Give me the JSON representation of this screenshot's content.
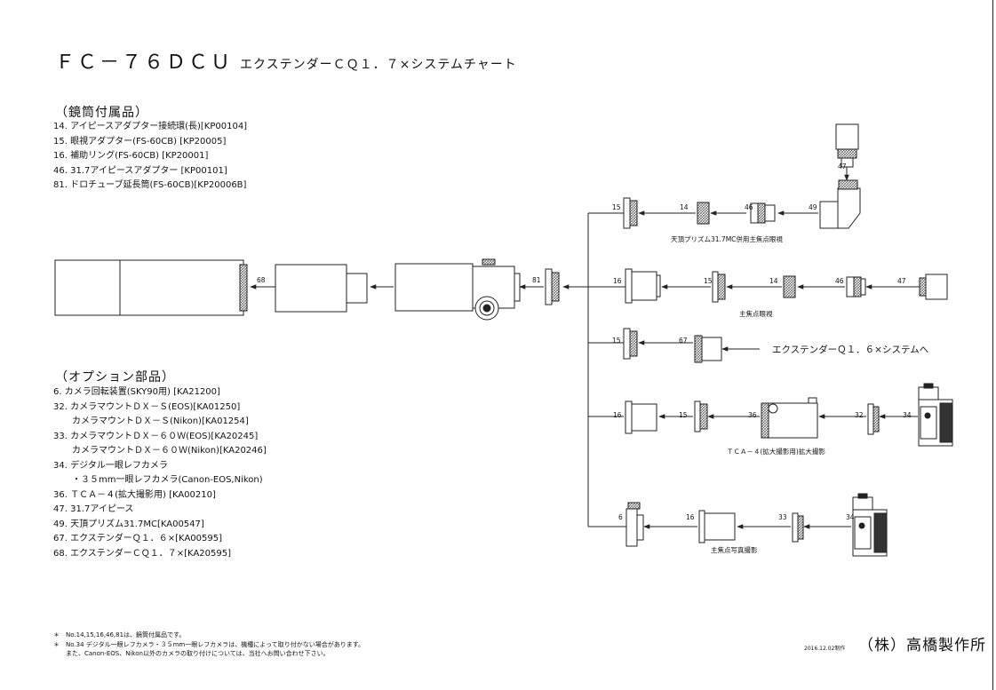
{
  "title": {
    "main": "ＦＣ－７６ＤＣＵ",
    "sub": "エクステンダーＣＱ１．７×システムチャート"
  },
  "included_heading": "（鏡筒付属品）",
  "included_items": [
    "14. アイピースアダプター接続環(長)[KP00104]",
    "15. 眼視アダプター(FS-60CB) [KP20005]",
    "16. 補助リング(FS-60CB) [KP20001]",
    "46. 31.7アイピースアダプター [KP00101]",
    "81. ドロチューブ延長筒(FS-60CB)[KP20006B]"
  ],
  "option_heading": "（オプション部品）",
  "option_items": [
    "6. カメラ回転装置(SKY90用) [KA21200]",
    "32. カメラマウントＤＸ－Ｓ(EOS)[KA01250]",
    "カメラマウントＤＸ－Ｓ(Nikon)[KA01254]",
    "33. カメラマウントＤＸ－６０Ｗ(EOS)[KA20245]",
    "カメラマウントＤＸ－６０Ｗ(Nikon)[KA20246]",
    "34. デジタル一眼レフカメラ",
    "・３５mm一眼レフカメラ(Canon-EOS,Nikon)",
    "36. ＴＣＡ－４(拡大撮影用) [KA00210]",
    "47. 31.7アイピース",
    "49. 天頂プリズム31.7MC[KA00547]",
    "67. エクステンダーＱ１．６×[KA00595]",
    "68. エクステンダーＣＱ１．７×[KA20595]"
  ],
  "notes": [
    "＊　No.14,15,16,46,81は、鏡筒付属品です。",
    "＊　No.34 デジタル一眼レフカメラ・３５mm一眼レフカメラは、機種によって取り付かない場合があります。",
    "　　また、Canon-EOS、Nikon以外のカメラの取り付けについては、当社へお問い合わせ下さい。"
  ],
  "date": "2016.12.02制作",
  "company": "（株）高橋製作所",
  "diagram": {
    "part_numbers": {
      "p68": "68",
      "p81": "81",
      "r1_15": "15",
      "r1_14": "14",
      "r1_46": "46",
      "r1_49": "49",
      "r1_47": "47",
      "r2_16": "16",
      "r2_15": "15",
      "r2_14": "14",
      "r2_46": "46",
      "r2_47": "47",
      "r3_15": "15",
      "r3_67": "67",
      "r4_16": "16",
      "r4_15": "15",
      "r4_36": "36",
      "r4_32": "32",
      "r4_34": "34",
      "r5_6": "6",
      "r5_16": "16",
      "r5_33": "33",
      "r5_34": "34"
    },
    "captions": {
      "r1": "天頂プリズム31.7MC併用主焦点眼視",
      "r2": "主焦点眼視",
      "r3": "エクステンダーＱ１．６×システムへ",
      "r4": "ＴＣＡ－４(拡大撮影用)拡大撮影",
      "r5": "主焦点写真撮影"
    }
  },
  "colors": {
    "line": "#222222",
    "knurl": "#555555",
    "paper": "#ffffff"
  }
}
